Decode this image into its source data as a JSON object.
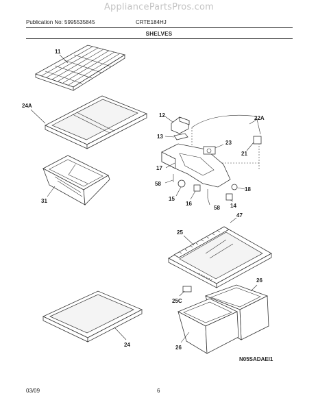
{
  "watermark": "AppliancePartsPros.com",
  "header": {
    "publication": "Publication No: 5995535845",
    "model": "CRTE184HJ",
    "section_title": "SHELVES"
  },
  "callouts": {
    "c11": "11",
    "c24a": "24A",
    "c31": "31",
    "c12": "12",
    "c13": "13",
    "c22a": "22A",
    "c23": "23",
    "c21": "21",
    "c17": "17",
    "c58a": "58",
    "c18": "18",
    "c15": "15",
    "c16": "16",
    "c58b": "58",
    "c14": "14",
    "c47": "47",
    "c25": "25",
    "c26a": "26",
    "c25c": "25C",
    "c24": "24",
    "c26b": "26"
  },
  "diagram_id": "N05SADAEI1",
  "footer": {
    "date": "03/09",
    "page": "6"
  }
}
